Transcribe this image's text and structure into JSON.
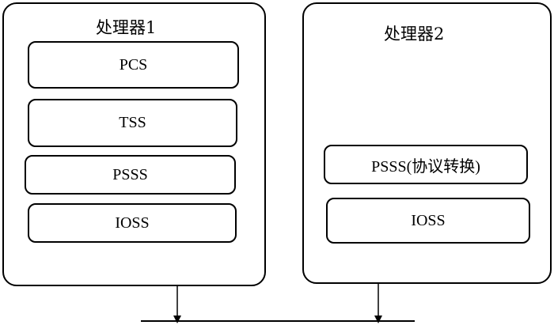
{
  "processor1": {
    "title": "处理器1",
    "layers": {
      "pcs": "PCS",
      "tss": "TSS",
      "psss": "PSSS",
      "ioss": "IOSS"
    }
  },
  "processor2": {
    "title": "处理器2",
    "layers": {
      "psss": "PSSS(协议转换)",
      "ioss": "IOSS"
    }
  }
}
